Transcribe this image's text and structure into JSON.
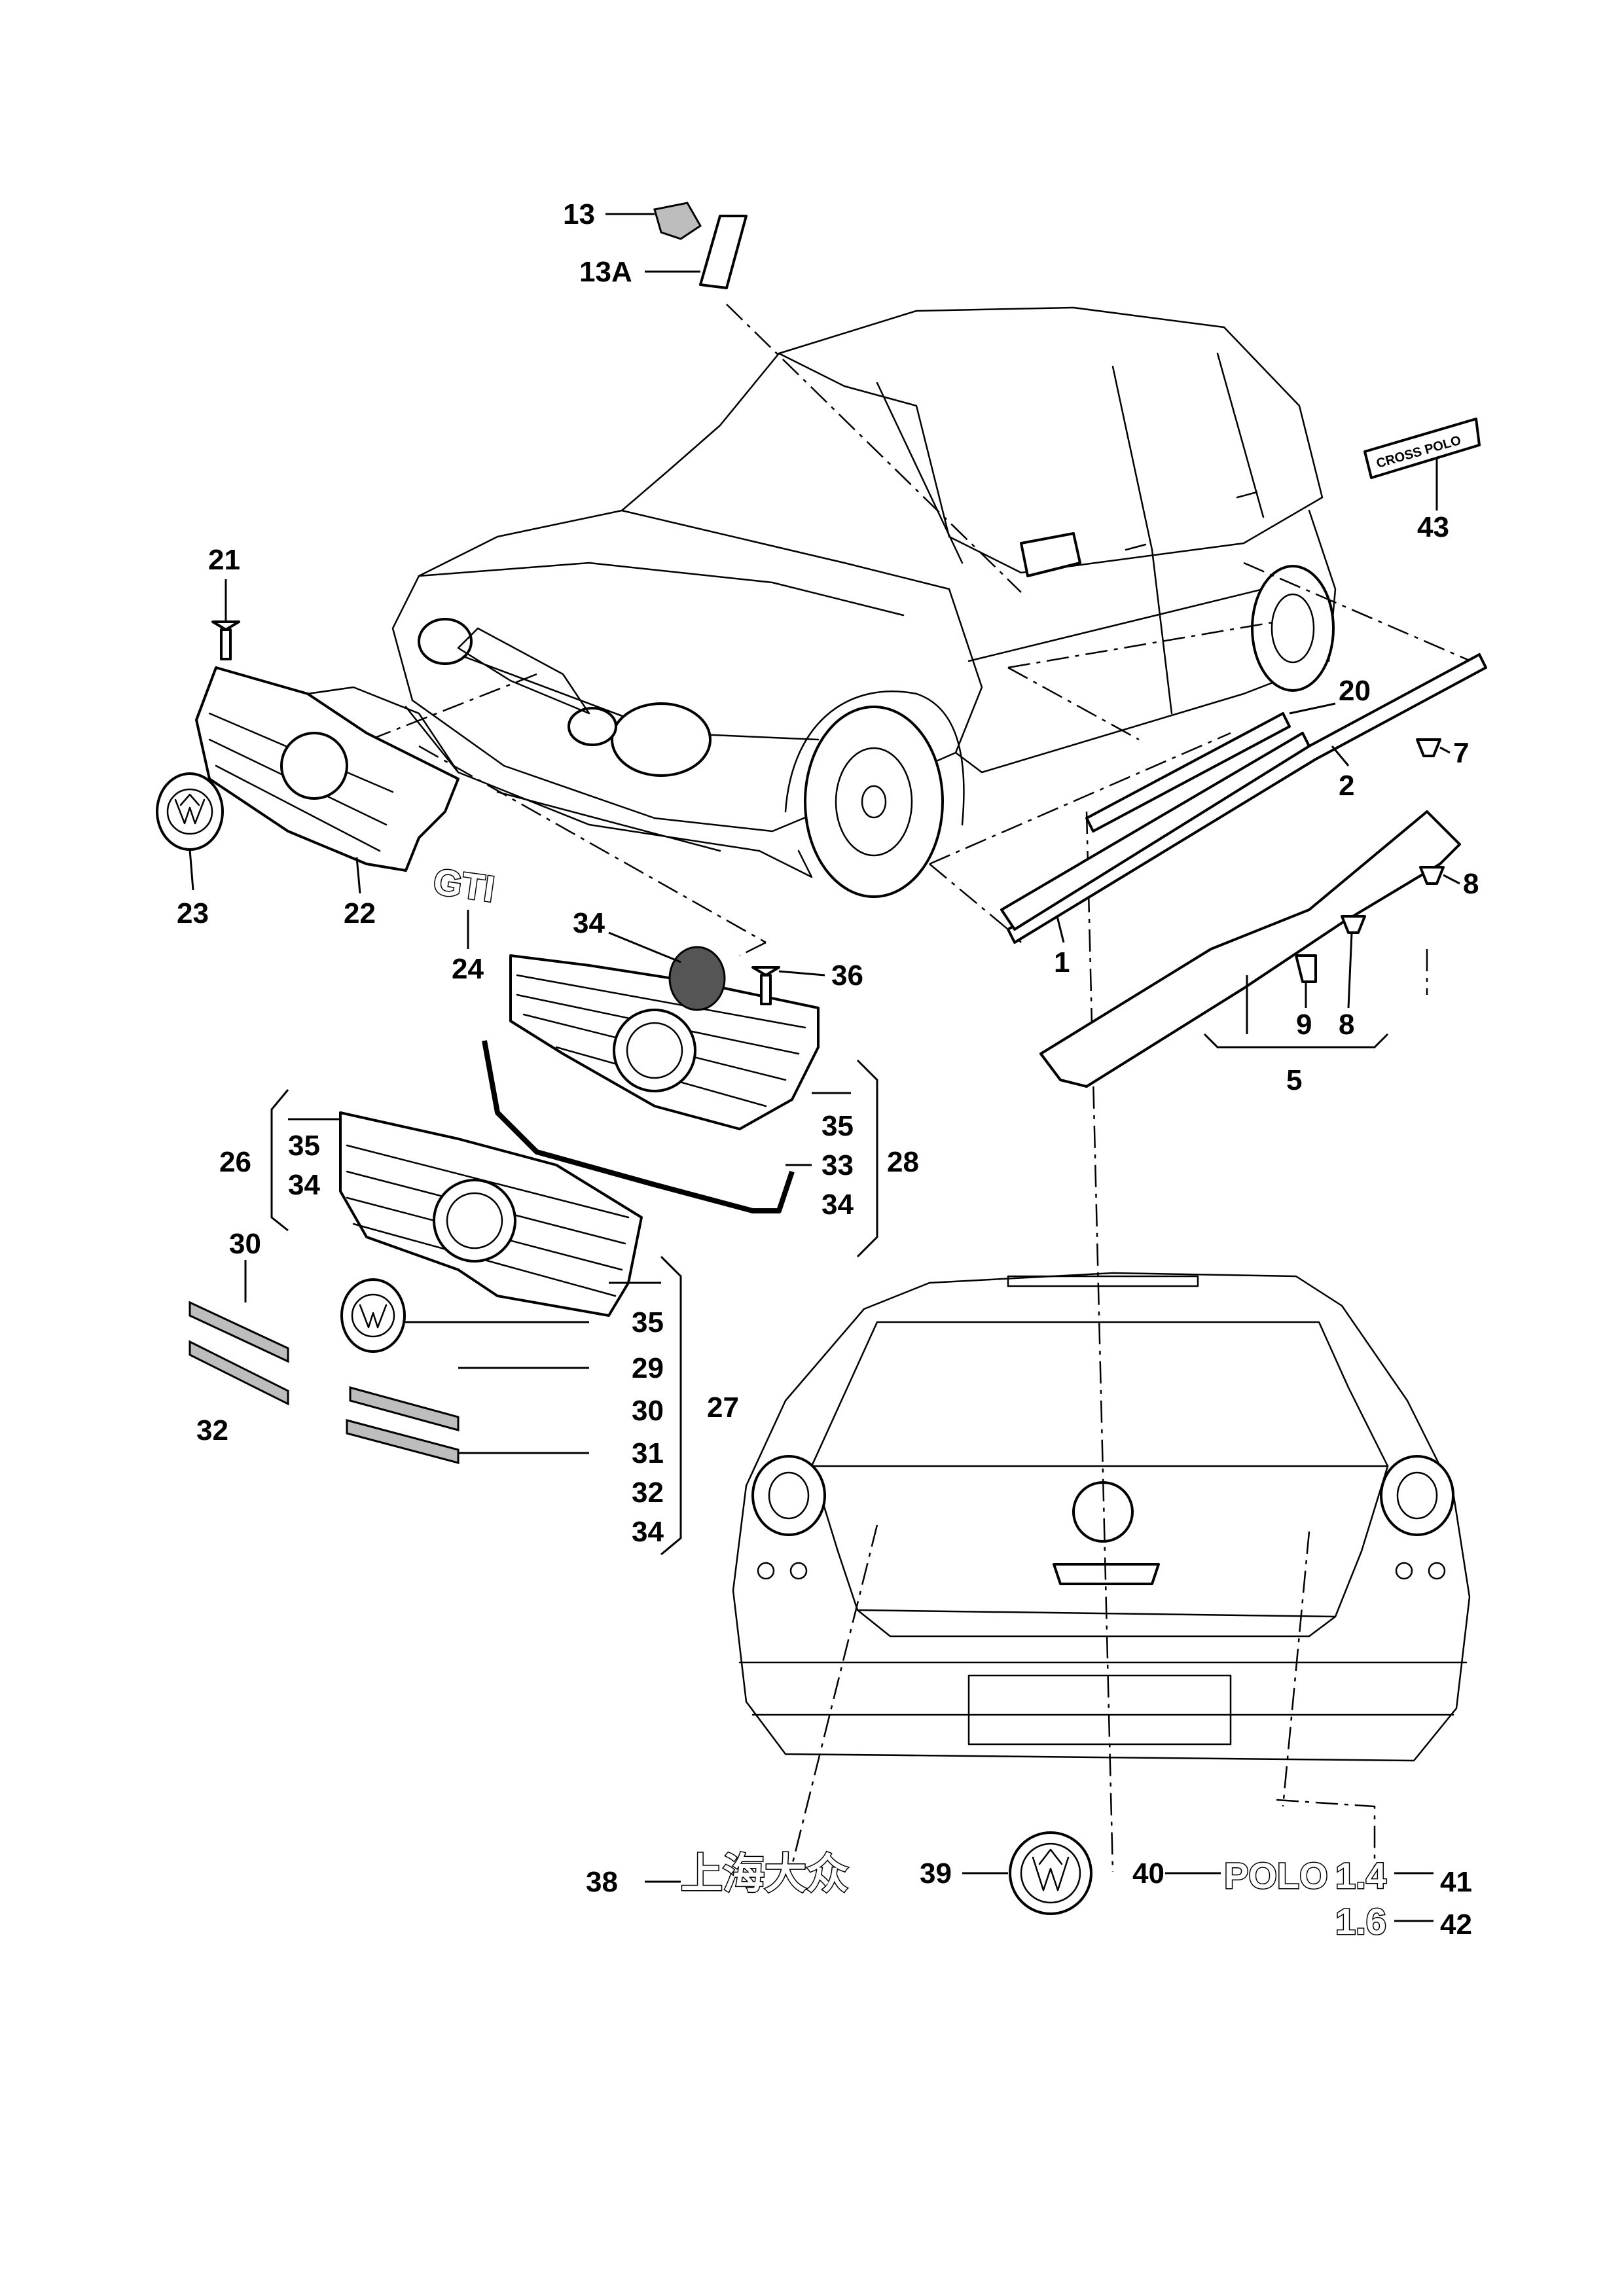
{
  "callouts": {
    "c13": "13",
    "c13a": "13A",
    "c43": "43",
    "c21": "21",
    "c20": "20",
    "c7": "7",
    "c2": "2",
    "c8a": "8",
    "c23": "23",
    "c22": "22",
    "c24": "24",
    "c34a": "34",
    "c36": "36",
    "c1": "1",
    "c9": "9",
    "c8b": "8",
    "c5": "5",
    "c35a": "35",
    "c28": "28",
    "c33": "33",
    "c34b": "34",
    "c26": "26",
    "c35b": "35",
    "c34c": "34",
    "c30a": "30",
    "c35c": "35",
    "c29": "29",
    "c32a": "32",
    "c30b": "30",
    "c27": "27",
    "c31": "31",
    "c32b": "32",
    "c34d": "34",
    "c38": "38",
    "c39": "39",
    "c40": "40",
    "c41": "41",
    "c42": "42"
  },
  "emblems": {
    "cross_polo": "CROSS POLO",
    "gti": "GTI",
    "chinese_badge": "上海大众",
    "polo": "POLO",
    "v14": "1.4",
    "v16": "1.6"
  },
  "icons": {
    "vw_logo": "vw-logo-icon"
  }
}
